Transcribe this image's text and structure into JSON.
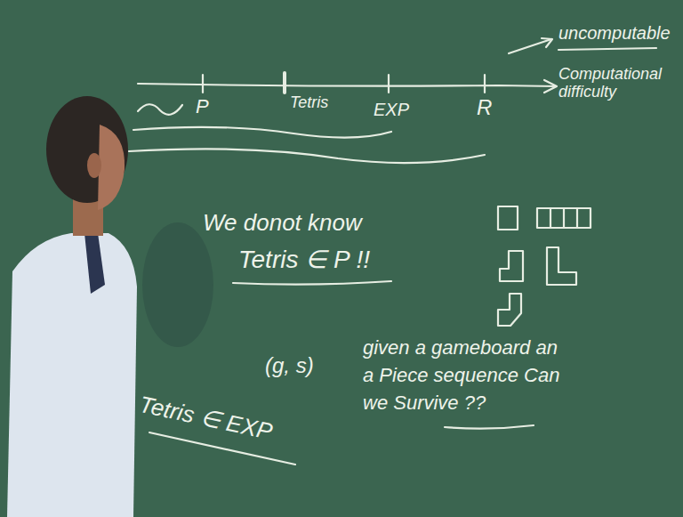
{
  "diagram": {
    "labels": [
      "uncomputable",
      "Computational difficulty",
      "P",
      "Tetris",
      "EXP",
      "R",
      "We donot know",
      "Tetris ∈ P !!",
      "(g, s)",
      "Tetris ∈ EXP",
      "given a gameboard an a Piece sequence Can we Survive ??"
    ]
  }
}
